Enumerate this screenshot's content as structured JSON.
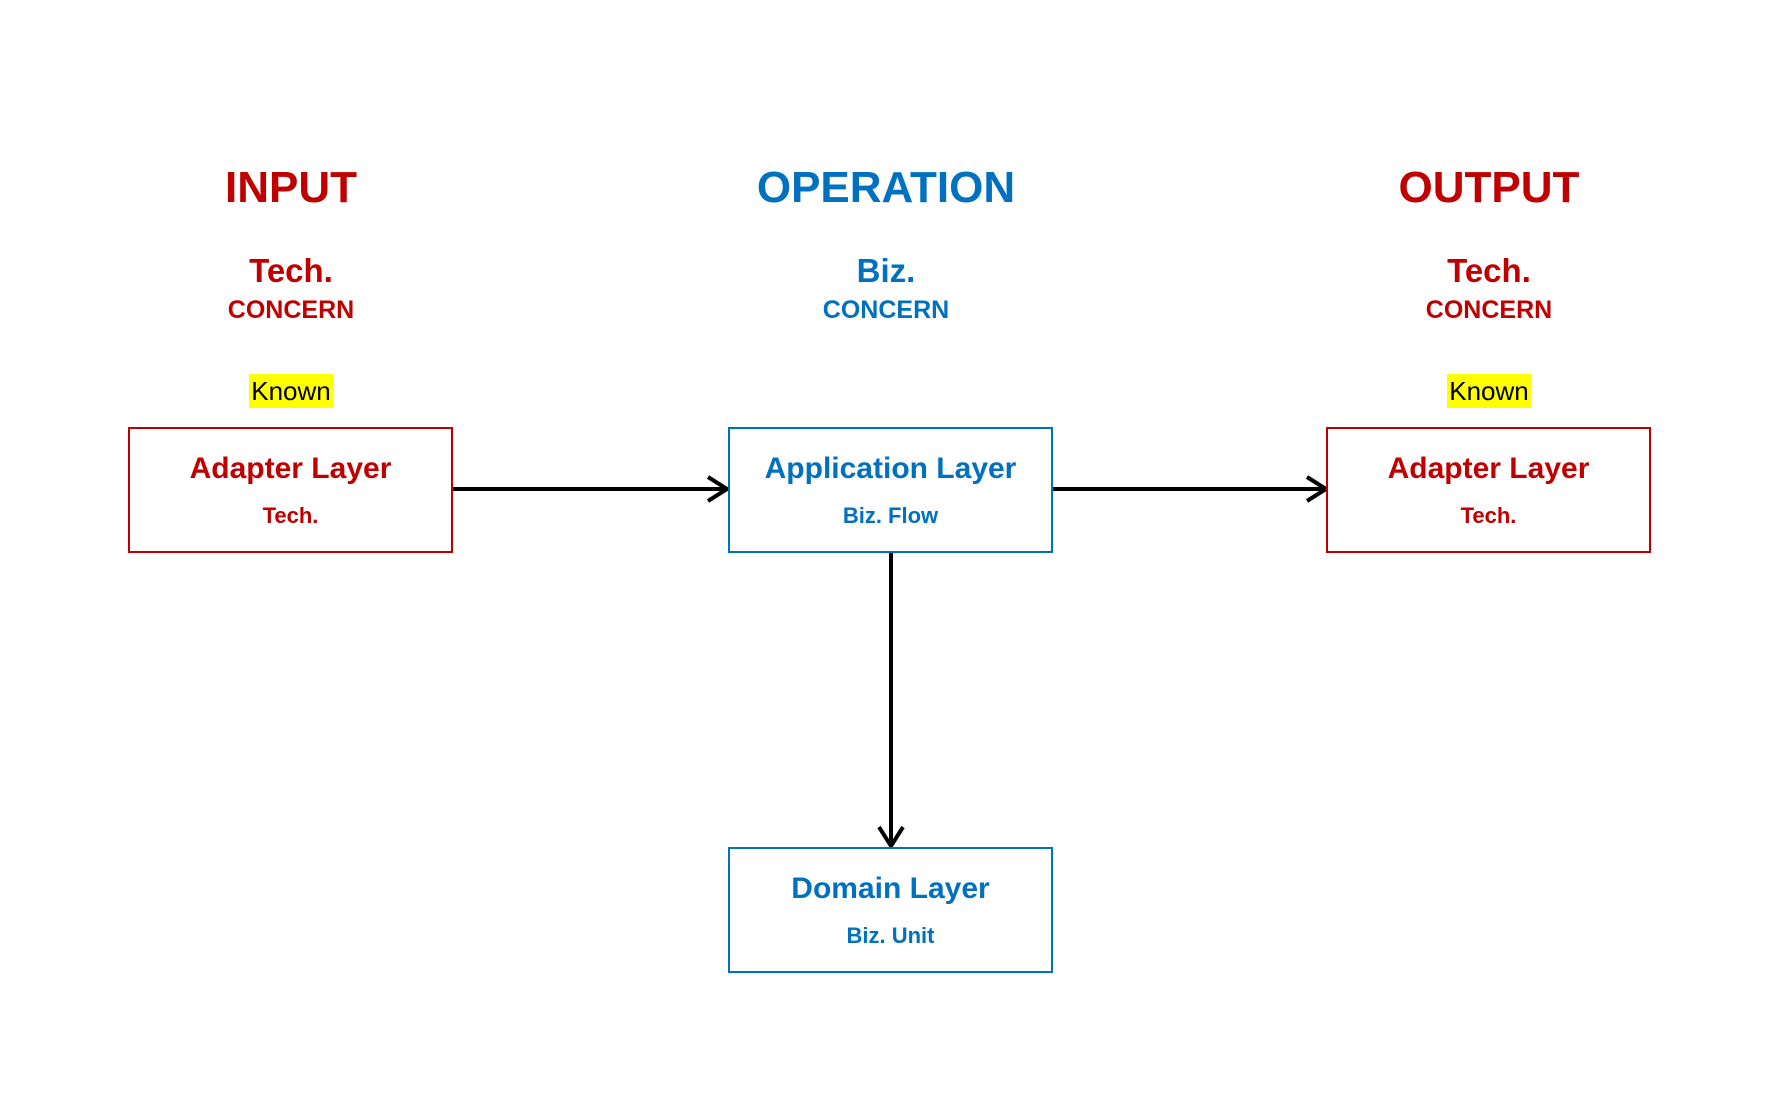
{
  "colors": {
    "tech": "#c00000",
    "biz": "#0070c0",
    "highlight": "#ffff00",
    "arrow": "#000000"
  },
  "columns": {
    "input": {
      "heading": "INPUT",
      "concern_main": "Tech.",
      "concern_sub": "CONCERN",
      "known": "Known"
    },
    "operation": {
      "heading": "OPERATION",
      "concern_main": "Biz.",
      "concern_sub": "CONCERN"
    },
    "output": {
      "heading": "OUTPUT",
      "concern_main": "Tech.",
      "concern_sub": "CONCERN",
      "known": "Known"
    }
  },
  "boxes": {
    "input_adapter": {
      "title": "Adapter Layer",
      "subtitle": "Tech."
    },
    "application": {
      "title": "Application Layer",
      "subtitle": "Biz. Flow"
    },
    "output_adapter": {
      "title": "Adapter Layer",
      "subtitle": "Tech."
    },
    "domain": {
      "title": "Domain Layer",
      "subtitle": "Biz. Unit"
    }
  },
  "edges": [
    {
      "from": "input_adapter",
      "to": "application"
    },
    {
      "from": "application",
      "to": "output_adapter"
    },
    {
      "from": "application",
      "to": "domain"
    }
  ]
}
